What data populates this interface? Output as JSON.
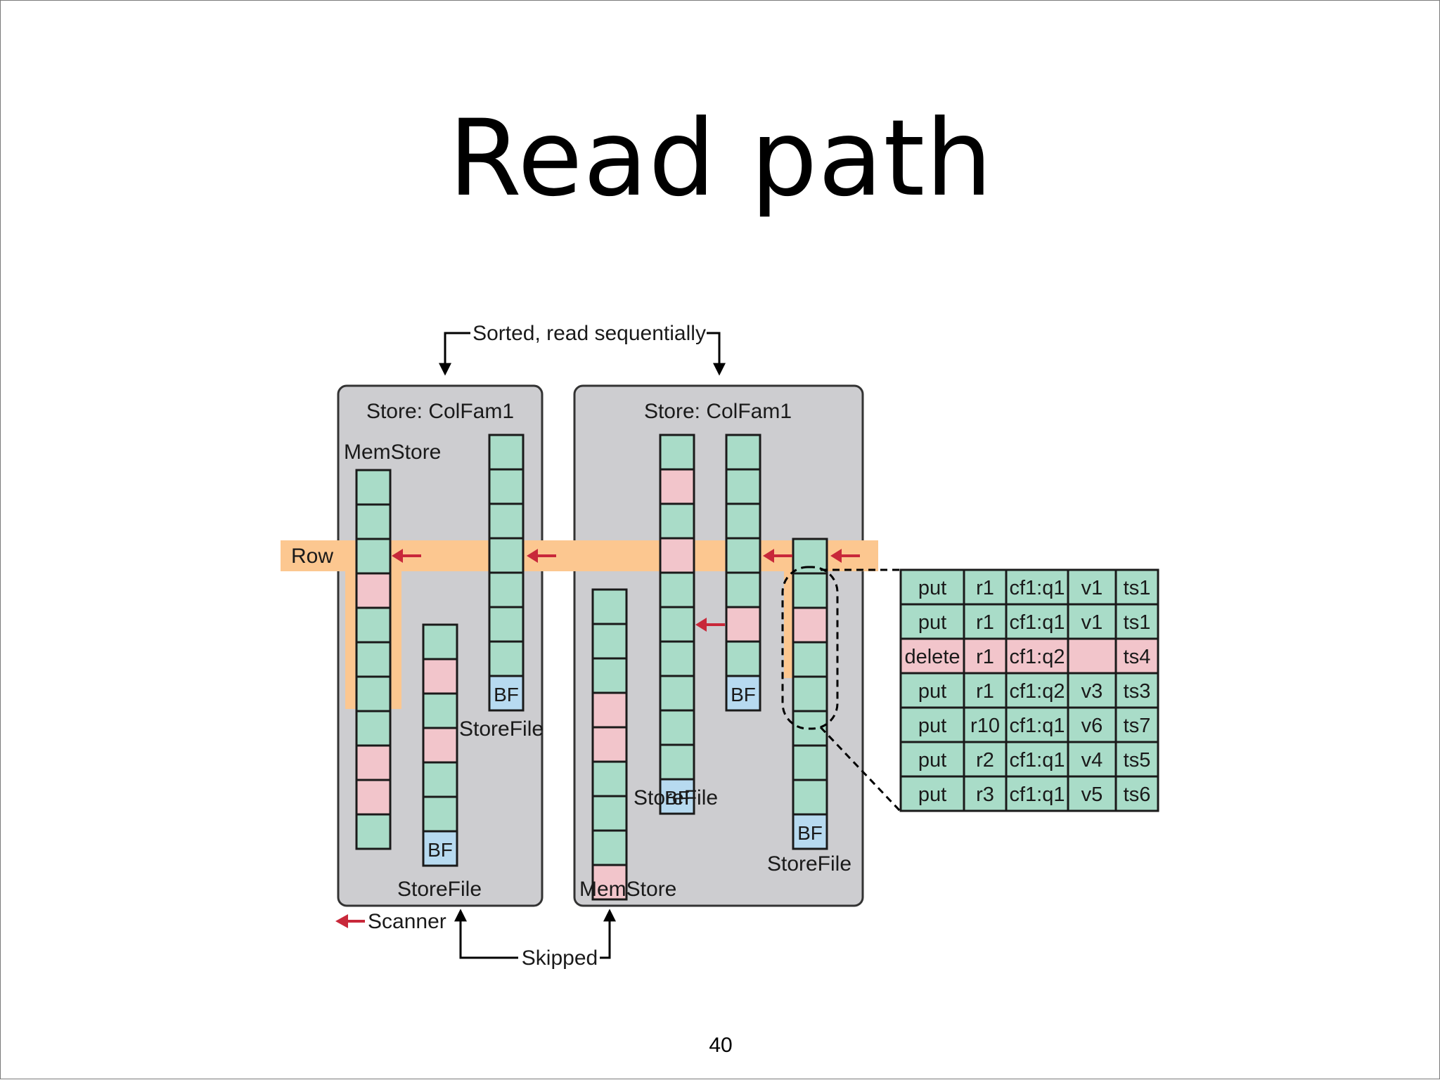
{
  "slide": {
    "title": "Read path",
    "page_number": "40"
  },
  "diagram": {
    "top_label": "Sorted, read sequentially",
    "bottom_label": "Skipped",
    "legend_label": "Scanner",
    "row_label": "Row",
    "stores": [
      {
        "title": "Store: ColFam1",
        "memstore": {
          "label": "MemStore",
          "cells": [
            "g",
            "g",
            "g",
            "p",
            "g",
            "g",
            "g",
            "g",
            "p",
            "p",
            "g"
          ]
        },
        "storefiles": [
          {
            "label": "StoreFile",
            "cells": [
              "g",
              "p",
              "g",
              "p",
              "g",
              "g"
            ],
            "bf": "BF"
          },
          {
            "label": "StoreFile",
            "cells": [
              "g",
              "g",
              "g",
              "g",
              "g",
              "g",
              "g"
            ],
            "bf": "BF"
          }
        ]
      },
      {
        "title": "Store: ColFam1",
        "memstore": {
          "label": "MemStore",
          "cells": [
            "g",
            "g",
            "g",
            "p",
            "p",
            "g",
            "g",
            "g",
            "p"
          ]
        },
        "storefiles": [
          {
            "label": "StoreFile",
            "cells": [
              "g",
              "p",
              "g",
              "p",
              "g",
              "g",
              "g",
              "g",
              "g",
              "g"
            ],
            "bf": "BF"
          },
          {
            "label": "",
            "cells": [
              "g",
              "g",
              "g",
              "g",
              "g",
              "p",
              "g"
            ],
            "bf": "BF"
          },
          {
            "label": "StoreFile",
            "cells": [
              "g",
              "g",
              "p",
              "g",
              "g",
              "g",
              "g",
              "g"
            ],
            "bf": "BF"
          }
        ]
      }
    ],
    "kv_table": {
      "rows": [
        {
          "type": "put",
          "row": "r1",
          "column": "cf1:q1",
          "value": "v1",
          "timestamp": "ts1",
          "deleted": false
        },
        {
          "type": "put",
          "row": "r1",
          "column": "cf1:q1",
          "value": "v1",
          "timestamp": "ts1",
          "deleted": false
        },
        {
          "type": "delete",
          "row": "r1",
          "column": "cf1:q2",
          "value": "",
          "timestamp": "ts4",
          "deleted": true
        },
        {
          "type": "put",
          "row": "r1",
          "column": "cf1:q2",
          "value": "v3",
          "timestamp": "ts3",
          "deleted": false
        },
        {
          "type": "put",
          "row": "r10",
          "column": "cf1:q1",
          "value": "v6",
          "timestamp": "ts7",
          "deleted": false
        },
        {
          "type": "put",
          "row": "r2",
          "column": "cf1:q1",
          "value": "v4",
          "timestamp": "ts5",
          "deleted": false
        },
        {
          "type": "put",
          "row": "r3",
          "column": "cf1:q1",
          "value": "v5",
          "timestamp": "ts6",
          "deleted": false
        }
      ]
    },
    "colors": {
      "cell_green": "#a9dcc8",
      "cell_pink": "#f2c5cb",
      "bf_blue": "#b7daf0",
      "store_bg": "#cdcdd0",
      "row_band": "#fcc790",
      "arrow_red": "#c8283a"
    }
  }
}
